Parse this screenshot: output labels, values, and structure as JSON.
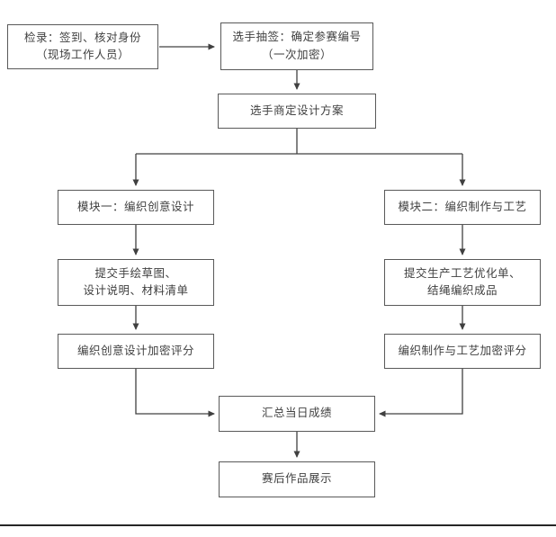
{
  "colors": {
    "background": "#ffffff",
    "box-border": "#595959",
    "box-fill": "#ffffff",
    "text": "#404040",
    "arrow": "#404040",
    "divider": "#262626"
  },
  "nodes": {
    "checkin": {
      "line1": "检录：签到、核对身份",
      "line2": "（现场工作人员）"
    },
    "draw_lots": {
      "line1": "选手抽签：确定参赛编号",
      "line2": "（一次加密）"
    },
    "plan": {
      "label": "选手商定设计方案"
    },
    "module1": {
      "label": "模块一：编织创意设计"
    },
    "module1_submit": {
      "line1": "提交手绘草图、",
      "line2": "设计说明、材料清单"
    },
    "module1_score": {
      "label": "编织创意设计加密评分"
    },
    "module2": {
      "label": "模块二：编织制作与工艺"
    },
    "module2_submit": {
      "line1": "提交生产工艺优化单、",
      "line2": "结绳编织成品"
    },
    "module2_score": {
      "label": "编织制作与工艺加密评分"
    },
    "summary": {
      "label": "汇总当日成绩"
    },
    "exhibition": {
      "label": "赛后作品展示"
    }
  }
}
